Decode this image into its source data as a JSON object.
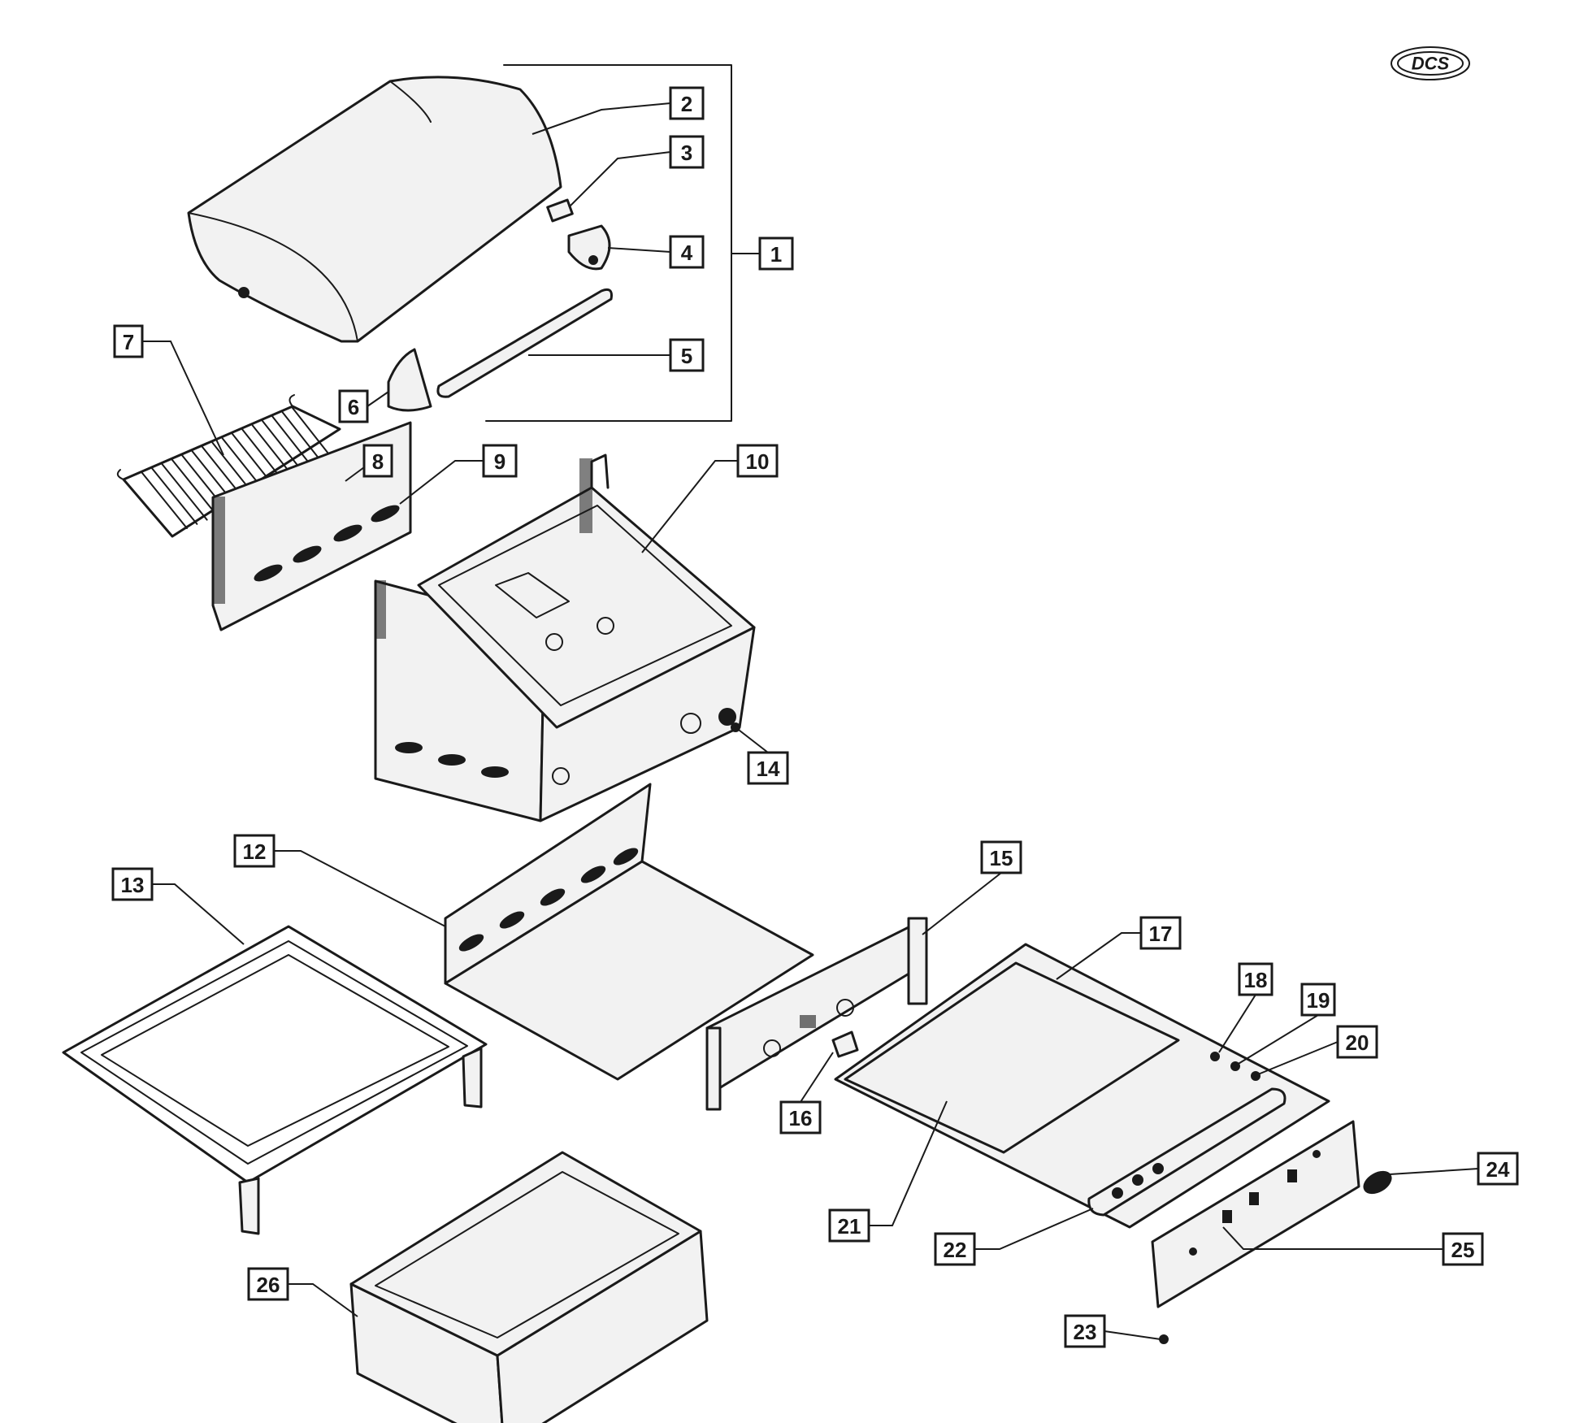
{
  "brand": {
    "logo_text": "DCS"
  },
  "callouts": [
    {
      "id": "callout-1",
      "label": "1"
    },
    {
      "id": "callout-2",
      "label": "2"
    },
    {
      "id": "callout-3",
      "label": "3"
    },
    {
      "id": "callout-4",
      "label": "4"
    },
    {
      "id": "callout-5",
      "label": "5"
    },
    {
      "id": "callout-6",
      "label": "6"
    },
    {
      "id": "callout-7",
      "label": "7"
    },
    {
      "id": "callout-8",
      "label": "8"
    },
    {
      "id": "callout-9",
      "label": "9"
    },
    {
      "id": "callout-10",
      "label": "10"
    },
    {
      "id": "callout-12",
      "label": "12"
    },
    {
      "id": "callout-13",
      "label": "13"
    },
    {
      "id": "callout-14",
      "label": "14"
    },
    {
      "id": "callout-15",
      "label": "15"
    },
    {
      "id": "callout-16",
      "label": "16"
    },
    {
      "id": "callout-17",
      "label": "17"
    },
    {
      "id": "callout-18",
      "label": "18"
    },
    {
      "id": "callout-19",
      "label": "19"
    },
    {
      "id": "callout-20",
      "label": "20"
    },
    {
      "id": "callout-21",
      "label": "21"
    },
    {
      "id": "callout-22",
      "label": "22"
    },
    {
      "id": "callout-23",
      "label": "23"
    },
    {
      "id": "callout-24",
      "label": "24"
    },
    {
      "id": "callout-25",
      "label": "25"
    },
    {
      "id": "callout-26",
      "label": "26"
    }
  ]
}
